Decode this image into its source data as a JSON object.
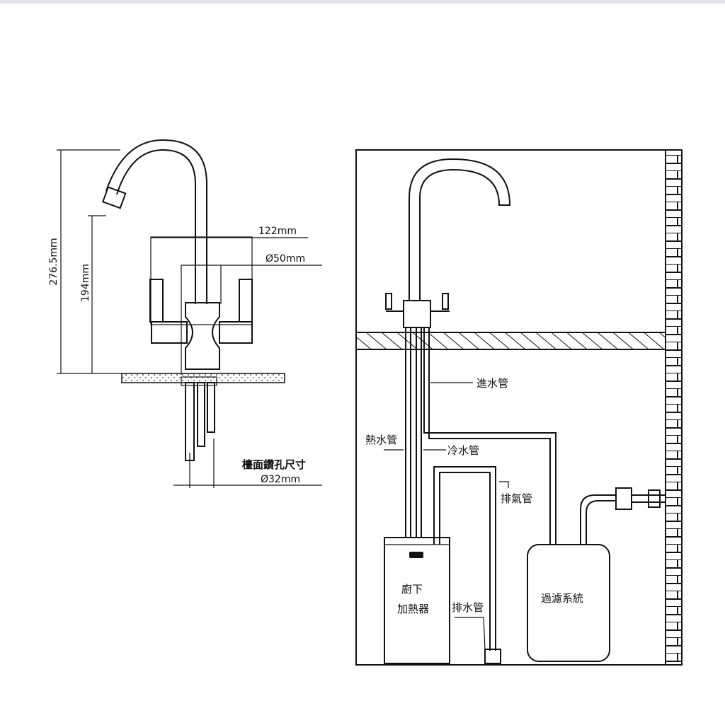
{
  "dimensions": {
    "total_height": "276.5mm",
    "spout_height": "194mm",
    "handle_span": "122mm",
    "base_diameter": "Ø50mm",
    "hole_title": "檯面鑽孔尺寸",
    "hole_diameter": "Ø32mm"
  },
  "install": {
    "inlet_pipe": "進水管",
    "hot_pipe": "熱水管",
    "cold_pipe": "冷水管",
    "vent_pipe": "排氣管",
    "heater_line1": "廚下",
    "heater_line2": "加熱器",
    "drain_pipe": "排水管",
    "filter_system": "過濾系統"
  }
}
